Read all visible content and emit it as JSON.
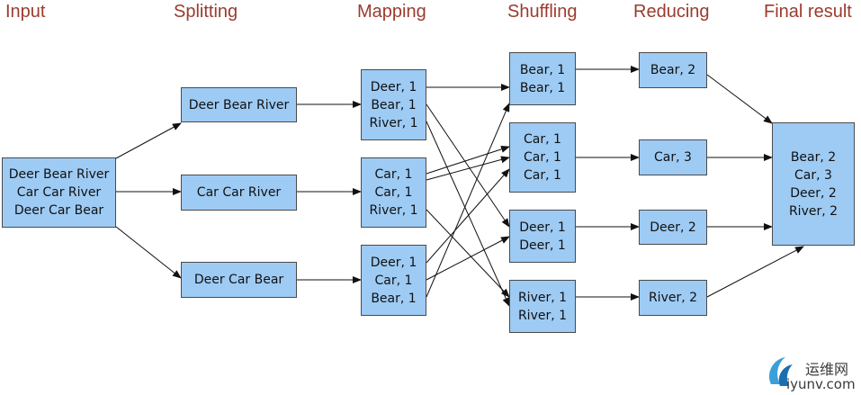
{
  "stages": {
    "input": "Input",
    "splitting": "Splitting",
    "mapping": "Mapping",
    "shuffling": "Shuffling",
    "reducing": "Reducing",
    "final": "Final result"
  },
  "input_box": [
    "Deer Bear River",
    "Car Car River",
    "Deer Car Bear"
  ],
  "split_boxes": [
    [
      "Deer Bear River"
    ],
    [
      "Car Car River"
    ],
    [
      "Deer Car Bear"
    ]
  ],
  "map_boxes": [
    [
      "Deer, 1",
      "Bear, 1",
      "River, 1"
    ],
    [
      "Car, 1",
      "Car, 1",
      "River, 1"
    ],
    [
      "Deer, 1",
      "Car, 1",
      "Bear, 1"
    ]
  ],
  "shuffle_boxes": [
    [
      "Bear, 1",
      "Bear, 1"
    ],
    [
      "Car, 1",
      "Car, 1",
      "Car, 1"
    ],
    [
      "Deer, 1",
      "Deer, 1"
    ],
    [
      "River, 1",
      "River, 1"
    ]
  ],
  "reduce_boxes": [
    [
      "Bear, 2"
    ],
    [
      "Car, 3"
    ],
    [
      "Deer, 2"
    ],
    [
      "River, 2"
    ]
  ],
  "final_box": [
    "Bear, 2",
    "Car, 3",
    "Deer, 2",
    "River, 2"
  ],
  "watermark": {
    "cn": "运维网",
    "site": "iyunv.com"
  },
  "colors": {
    "box_fill": "#9ecbf4",
    "stage_label": "#9a3b2e",
    "arrow": "#111111"
  }
}
